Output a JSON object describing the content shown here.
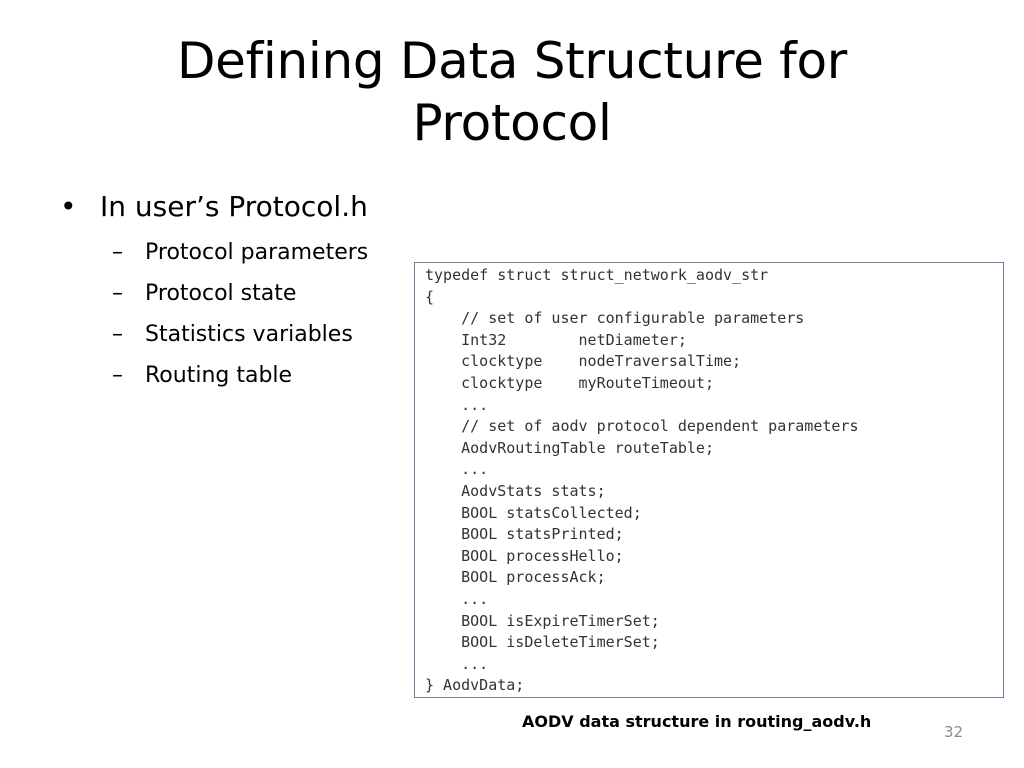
{
  "slide": {
    "title_line1": "Defining Data Structure for",
    "title_line2": "Protocol",
    "bullet": {
      "marker": "•",
      "text": "In user’s Protocol.h",
      "sub_marker": "–",
      "sub_items": [
        "Protocol parameters",
        "Protocol state",
        "Statistics variables",
        "Routing table"
      ]
    },
    "code_lines": [
      "typedef struct struct_network_aodv_str",
      "{",
      "    // set of user configurable parameters",
      "    Int32        netDiameter;",
      "    clocktype    nodeTraversalTime;",
      "    clocktype    myRouteTimeout;",
      "    ...",
      "    // set of aodv protocol dependent parameters",
      "    AodvRoutingTable routeTable;",
      "    ...",
      "    AodvStats stats;",
      "    BOOL statsCollected;",
      "    BOOL statsPrinted;",
      "    BOOL processHello;",
      "    BOOL processAck;",
      "    ...",
      "    BOOL isExpireTimerSet;",
      "    BOOL isDeleteTimerSet;",
      "    ...",
      "} AodvData;"
    ],
    "caption": "AODV data structure in routing_aodv.h",
    "page_number": "32",
    "colors": {
      "code_border": "#8c6f98",
      "code_text": "#333333",
      "page_number": "#8c8c8c"
    }
  }
}
